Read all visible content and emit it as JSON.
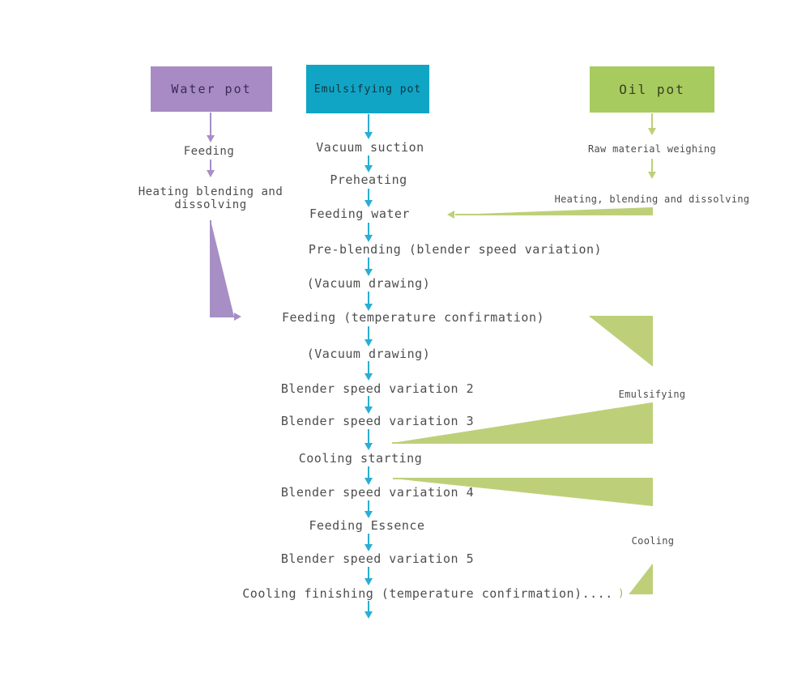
{
  "colors": {
    "water_purple": "#a88bc4",
    "water_purple_text": "#3a2b5a",
    "purple_arrow": "#a78fc5",
    "emulsify_teal": "#10a5c5",
    "emulsify_teal_text": "#14323d",
    "teal_arrow": "#2aaed2",
    "oil_green": "#a7cb5e",
    "oil_green_text": "#37411f",
    "green_line": "#bdd079",
    "label_text": "#4d4d4d"
  },
  "water_pot": {
    "title": "Water pot",
    "steps": [
      "Feeding",
      "Heating blending and dissolving"
    ]
  },
  "emulsifying_pot": {
    "title": "Emulsifying pot",
    "steps": [
      "Vacuum suction",
      "Preheating",
      "Feeding water",
      "Pre-blending (blender speed variation)",
      "(Vacuum drawing)",
      "Feeding (temperature confirmation)",
      "(Vacuum drawing)",
      "Blender speed variation 2",
      "Blender speed variation 3",
      "Cooling starting",
      "Blender speed variation 4",
      "Feeding Essence",
      "Blender speed variation 5",
      "Cooling finishing (temperature confirmation)...."
    ]
  },
  "oil_pot": {
    "title": "Oil pot",
    "steps": [
      "Raw material weighing",
      "Heating, blending and dissolving"
    ]
  },
  "phases": {
    "emulsifying": "Emulsifying",
    "cooling": "Cooling",
    "bracket_end": ")"
  }
}
